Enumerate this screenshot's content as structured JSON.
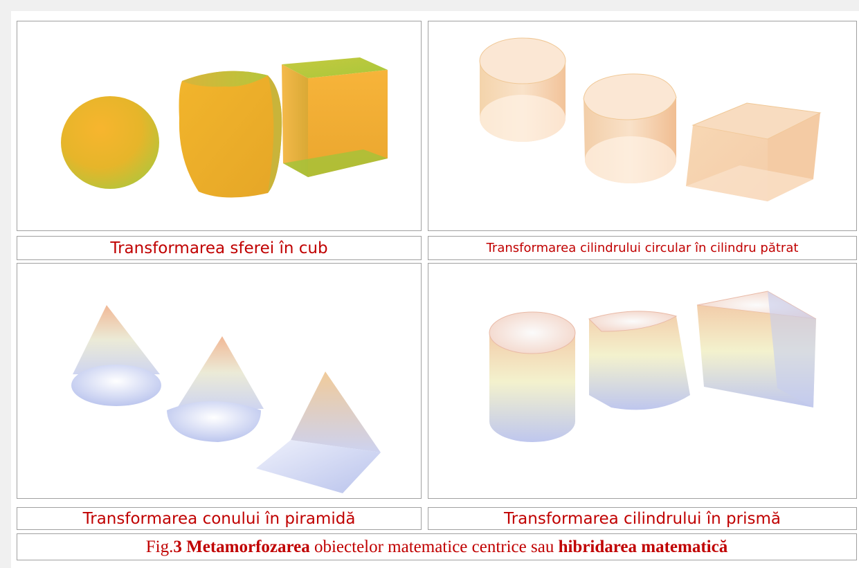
{
  "captions": {
    "sphere_to_cube": "Transformarea sferei în cub",
    "cylinder_to_square": "Transformarea cilindrului circular în cilindru pătrat",
    "cone_to_pyramid": "Transformarea conului în piramidă",
    "cylinder_to_prism": "Transformarea cilindrului în prismă"
  },
  "figure_caption": {
    "prefix": "Fig.",
    "number": "3",
    "term1": "Metamorfozarea",
    "middle": "obiectelor matematice centrice sau",
    "term2": "hibridarea matematică"
  },
  "colors": {
    "caption": "#c00000",
    "border": "#a0a0a0",
    "page_background": "#f0f0f0"
  }
}
